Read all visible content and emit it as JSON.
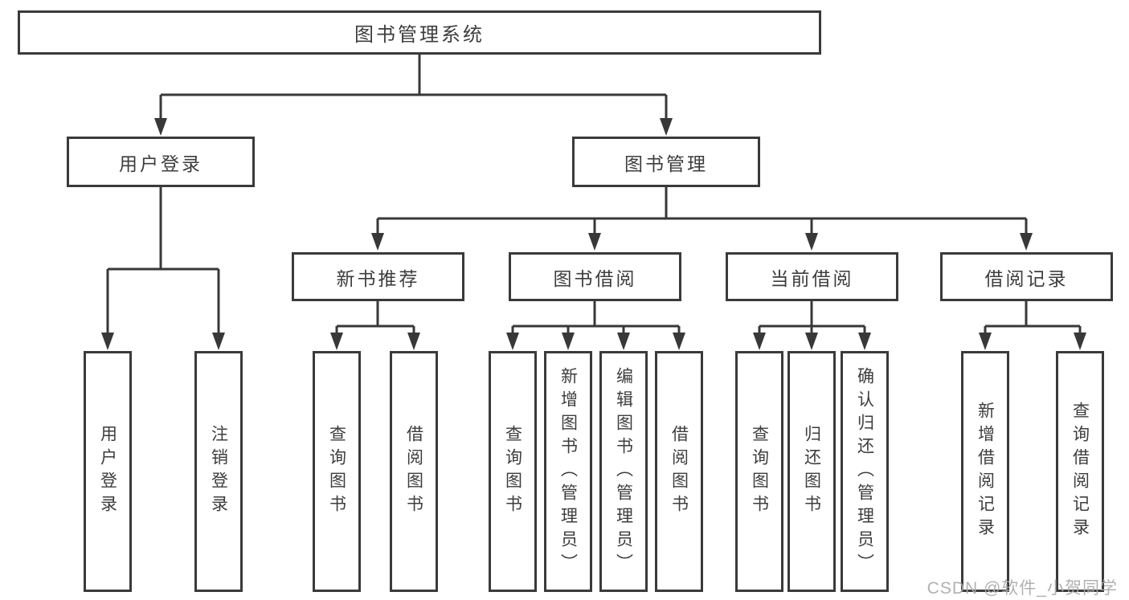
{
  "diagram": {
    "type": "hierarchy-tree",
    "title": "图书管理系统"
  },
  "tree": {
    "root": {
      "label": "图书管理系统"
    },
    "branches": [
      {
        "label": "用户登录",
        "children": [
          {
            "label": "用户登录"
          },
          {
            "label": "注销登录"
          }
        ]
      },
      {
        "label": "图书管理",
        "children": [
          {
            "label": "新书推荐",
            "children": [
              {
                "label": "查询图书"
              },
              {
                "label": "借阅图书"
              }
            ]
          },
          {
            "label": "图书借阅",
            "children": [
              {
                "label": "查询图书"
              },
              {
                "label": "新增图书（管理员）"
              },
              {
                "label": "编辑图书（管理员）"
              },
              {
                "label": "借阅图书"
              }
            ]
          },
          {
            "label": "当前借阅",
            "children": [
              {
                "label": "查询图书"
              },
              {
                "label": "归还图书"
              },
              {
                "label": "确认归还（管理员）"
              }
            ]
          },
          {
            "label": "借阅记录",
            "children": [
              {
                "label": "新增借阅记录"
              },
              {
                "label": "查询借阅记录"
              }
            ]
          }
        ]
      }
    ]
  },
  "watermark": {
    "text": "CSDN @软件_小贺同学"
  },
  "colors": {
    "line": "#383838",
    "border": "#3a3a3a",
    "text": "#3d3d3d",
    "watermark": "#a8a8a8",
    "background": "#ffffff"
  }
}
